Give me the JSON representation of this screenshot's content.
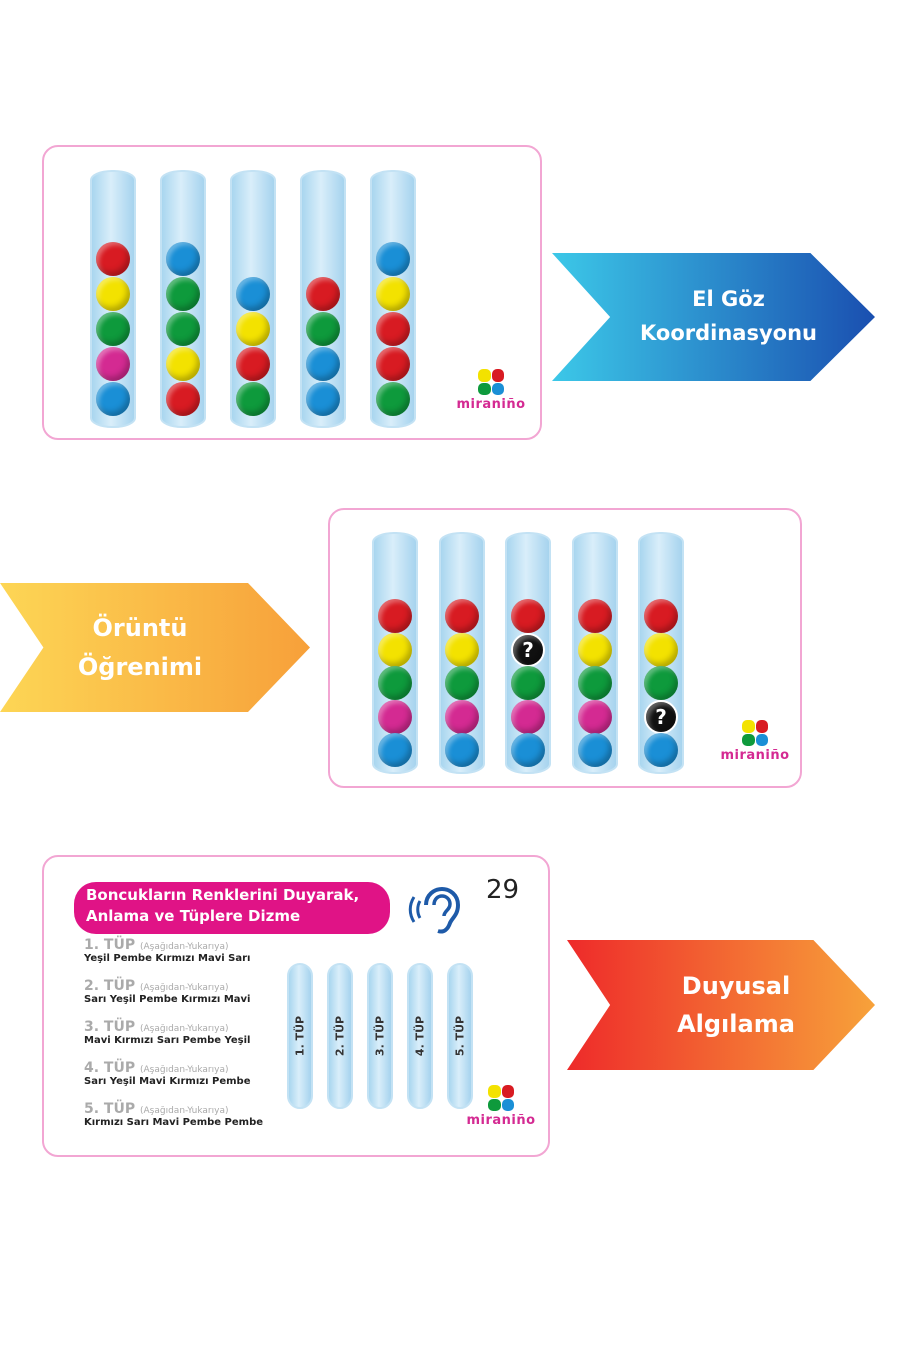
{
  "colors": {
    "red": "#d81b22",
    "yellow": "#f3e200",
    "green": "#0e9a3c",
    "pink": "#d42a92",
    "blue": "#1a8fd6"
  },
  "card1": {
    "tubes": [
      [
        "red",
        "yellow",
        "green",
        "pink",
        "blue"
      ],
      [
        "blue",
        "green",
        "green",
        "yellow",
        "red"
      ],
      [
        null,
        "blue",
        "yellow",
        "red",
        "green"
      ],
      [
        null,
        "red",
        "green",
        "blue",
        "blue"
      ],
      [
        "blue",
        "yellow",
        "red",
        "red",
        "green"
      ]
    ]
  },
  "card2": {
    "tubes": [
      [
        "red",
        "yellow",
        "green",
        "pink",
        "blue"
      ],
      [
        "red",
        "yellow",
        "green",
        "pink",
        "blue"
      ],
      [
        "red",
        "?",
        "green",
        "pink",
        "blue"
      ],
      [
        "red",
        "yellow",
        "green",
        "pink",
        "blue"
      ],
      [
        "red",
        "yellow",
        "green",
        "?",
        "blue"
      ]
    ]
  },
  "arrows": {
    "a1_l1": "El Göz",
    "a1_l2": "Koordinasyonu",
    "a2_l1": "Örüntü",
    "a2_l2": "Öğrenimi",
    "a3_l1": "Duyusal",
    "a3_l2": "Algılama"
  },
  "logo": "miraniño",
  "card3": {
    "banner_l1": "Boncukların Renklerini Duyarak,",
    "banner_l2": "Anlama ve Tüplere Dizme",
    "page_number": "29",
    "items": [
      {
        "title": "1. TÜP",
        "hint": "(Aşağıdan-Yukarıya)",
        "desc": "Yeşil Pembe Kırmızı Mavi Sarı"
      },
      {
        "title": "2. TÜP",
        "hint": "(Aşağıdan-Yukarıya)",
        "desc": "Sarı Yeşil Pembe Kırmızı Mavi"
      },
      {
        "title": "3. TÜP",
        "hint": "(Aşağıdan-Yukarıya)",
        "desc": "Mavi Kırmızı Sarı Pembe Yeşil"
      },
      {
        "title": "4. TÜP",
        "hint": "(Aşağıdan-Yukarıya)",
        "desc": "Sarı Yeşil Mavi Kırmızı Pembe"
      },
      {
        "title": "5. TÜP",
        "hint": "(Aşağıdan-Yukarıya)",
        "desc": "Kırmızı Sarı Mavi Pembe Pembe"
      }
    ],
    "tube_labels": [
      "1. TÜP",
      "2. TÜP",
      "3. TÜP",
      "4. TÜP",
      "5. TÜP"
    ]
  }
}
